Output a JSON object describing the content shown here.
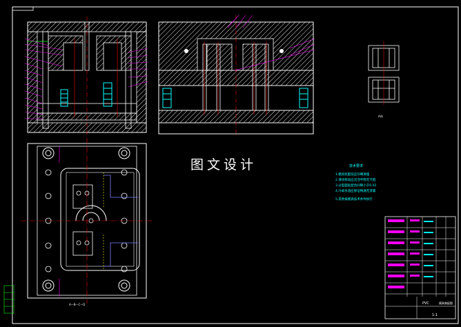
{
  "drawing": {
    "watermark": "图文设计",
    "tech_notes_title": "技术要求",
    "tech_notes": [
      "1.模具装配前应仔细清理",
      "2.滑块移动应灵活平稳无卡阻",
      "3.分型面处配合间隙小于0.02",
      "4.冷却水道应保证畅通无渗漏",
      "5.其余按模具技术条件执行"
    ],
    "title_block_label": "PVC",
    "title_block_sub": "模具装配图",
    "sheet_no": "1:1",
    "plan_view_label": "A—B—C—D",
    "small_view_label": "A向"
  },
  "colors": {
    "background": "#000000",
    "sheet_border": "#ffffff",
    "outline": "#ffffff",
    "hatch": "#ffffff",
    "leader": "#ff00ff",
    "cyan": "#00ffff",
    "green": "#00ff00",
    "red": "#ff0000",
    "blue": "#0000ff",
    "yellow": "#ffff00"
  }
}
